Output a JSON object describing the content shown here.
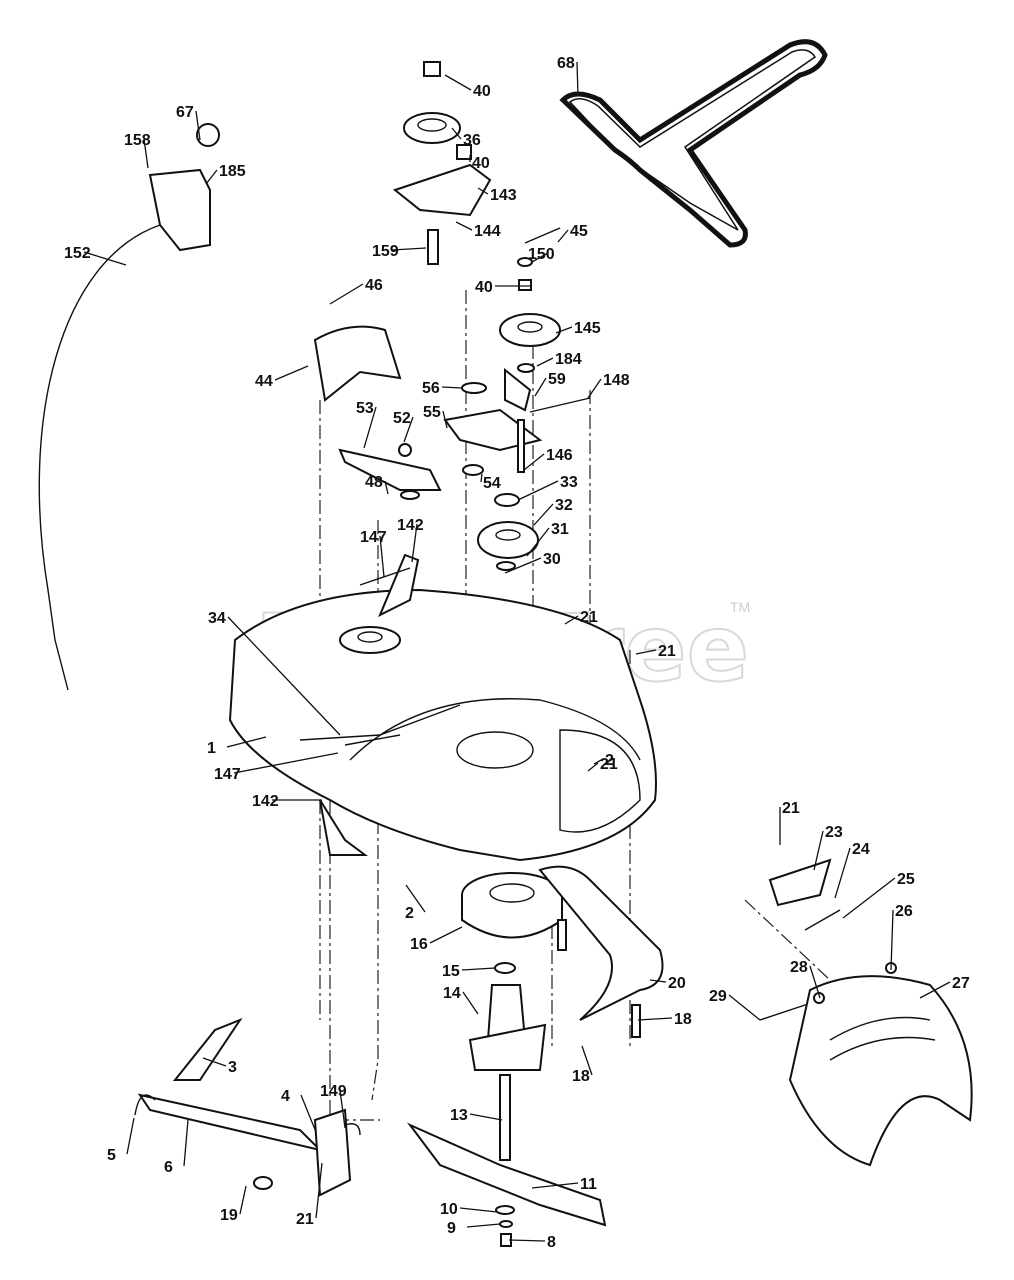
{
  "watermark": {
    "text": "PartsTree",
    "trademark": "TM"
  },
  "callouts": [
    {
      "n": "40"
    },
    {
      "n": "36"
    },
    {
      "n": "40"
    },
    {
      "n": "143"
    },
    {
      "n": "144"
    },
    {
      "n": "159"
    },
    {
      "n": "45"
    },
    {
      "n": "150"
    },
    {
      "n": "40"
    },
    {
      "n": "68"
    },
    {
      "n": "67"
    },
    {
      "n": "158"
    },
    {
      "n": "185"
    },
    {
      "n": "152"
    },
    {
      "n": "46"
    },
    {
      "n": "44"
    },
    {
      "n": "145"
    },
    {
      "n": "184"
    },
    {
      "n": "56"
    },
    {
      "n": "59"
    },
    {
      "n": "148"
    },
    {
      "n": "55"
    },
    {
      "n": "53"
    },
    {
      "n": "52"
    },
    {
      "n": "146"
    },
    {
      "n": "54"
    },
    {
      "n": "33"
    },
    {
      "n": "48"
    },
    {
      "n": "32"
    },
    {
      "n": "142"
    },
    {
      "n": "147"
    },
    {
      "n": "31"
    },
    {
      "n": "30"
    },
    {
      "n": "21"
    },
    {
      "n": "34"
    },
    {
      "n": "21"
    },
    {
      "n": "1"
    },
    {
      "n": "147"
    },
    {
      "n": "2"
    },
    {
      "n": "21"
    },
    {
      "n": "142"
    },
    {
      "n": "21"
    },
    {
      "n": "23"
    },
    {
      "n": "24"
    },
    {
      "n": "25"
    },
    {
      "n": "2"
    },
    {
      "n": "26"
    },
    {
      "n": "16"
    },
    {
      "n": "15"
    },
    {
      "n": "20"
    },
    {
      "n": "28"
    },
    {
      "n": "27"
    },
    {
      "n": "14"
    },
    {
      "n": "29"
    },
    {
      "n": "18"
    },
    {
      "n": "3"
    },
    {
      "n": "18"
    },
    {
      "n": "149"
    },
    {
      "n": "4"
    },
    {
      "n": "13"
    },
    {
      "n": "5"
    },
    {
      "n": "6"
    },
    {
      "n": "11"
    },
    {
      "n": "19"
    },
    {
      "n": "21"
    },
    {
      "n": "10"
    },
    {
      "n": "9"
    },
    {
      "n": "8"
    }
  ]
}
